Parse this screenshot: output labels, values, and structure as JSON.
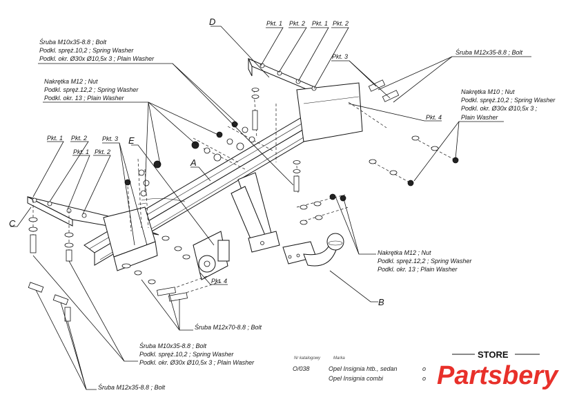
{
  "labels": {
    "D": "D",
    "A": "A",
    "B": "B",
    "C": "C",
    "E": "E",
    "pkt1": "Pkt. 1",
    "pkt2": "Pkt. 2",
    "pkt3": "Pkt. 3",
    "pkt4": "Pkt. 4"
  },
  "callouts": {
    "bolt_m10_top": [
      "Śruba M10x35-8.8 ; Bolt",
      "Podkl. spręż.10,2 ; Spring Washer",
      "Podkl. okr. Ø30x Ø10,5x 3 ; Plain Washer"
    ],
    "nut_m12_left": [
      "Nakrętka  M12 ; Nut",
      "Podkl. spręż.12,2 ; Spring Washer",
      "Podkl. okr. 13 ; Plain Washer"
    ],
    "bolt_m12x35_top": [
      "Śruba M12x35-8.8 ; Bolt"
    ],
    "nut_m10_right": [
      "Nakrętka  M10 ; Nut",
      "Podkl. spręż.10,2 ; Spring Washer",
      "Podkl. okr. Ø30x Ø10,5x 3 ;",
      "Plain Washer"
    ],
    "nut_m12_right": [
      "Nakrętka  M12 ; Nut",
      "Podkl. spręż.12,2 ; Spring Washer",
      "Podkl. okr. 13 ; Plain Washer"
    ],
    "bolt_m12x70": [
      "Śruba M12x70-8.8 ; Bolt"
    ],
    "bolt_m10_bottom": [
      "Śruba M10x35-8.8 ;  Bolt",
      "Podkl. spręż.10,2 ; Spring Washer",
      "Podkl. okr.  Ø30x Ø10,5x 3 ; Plain Washer"
    ],
    "bolt_m12x35_bottom": [
      "Śruba M12x35-8.8 ;  Bolt"
    ]
  },
  "info": {
    "catalog_header": "Nr katalogowy",
    "catalog_number": "O/038",
    "brand_header": "Marka",
    "models": [
      "Opel Insignia htb., sedan",
      "Opel Insignia combi"
    ],
    "trailing": "o"
  },
  "logo": {
    "store": "STORE",
    "name": "Partsbery",
    "color": "#e8302a"
  }
}
